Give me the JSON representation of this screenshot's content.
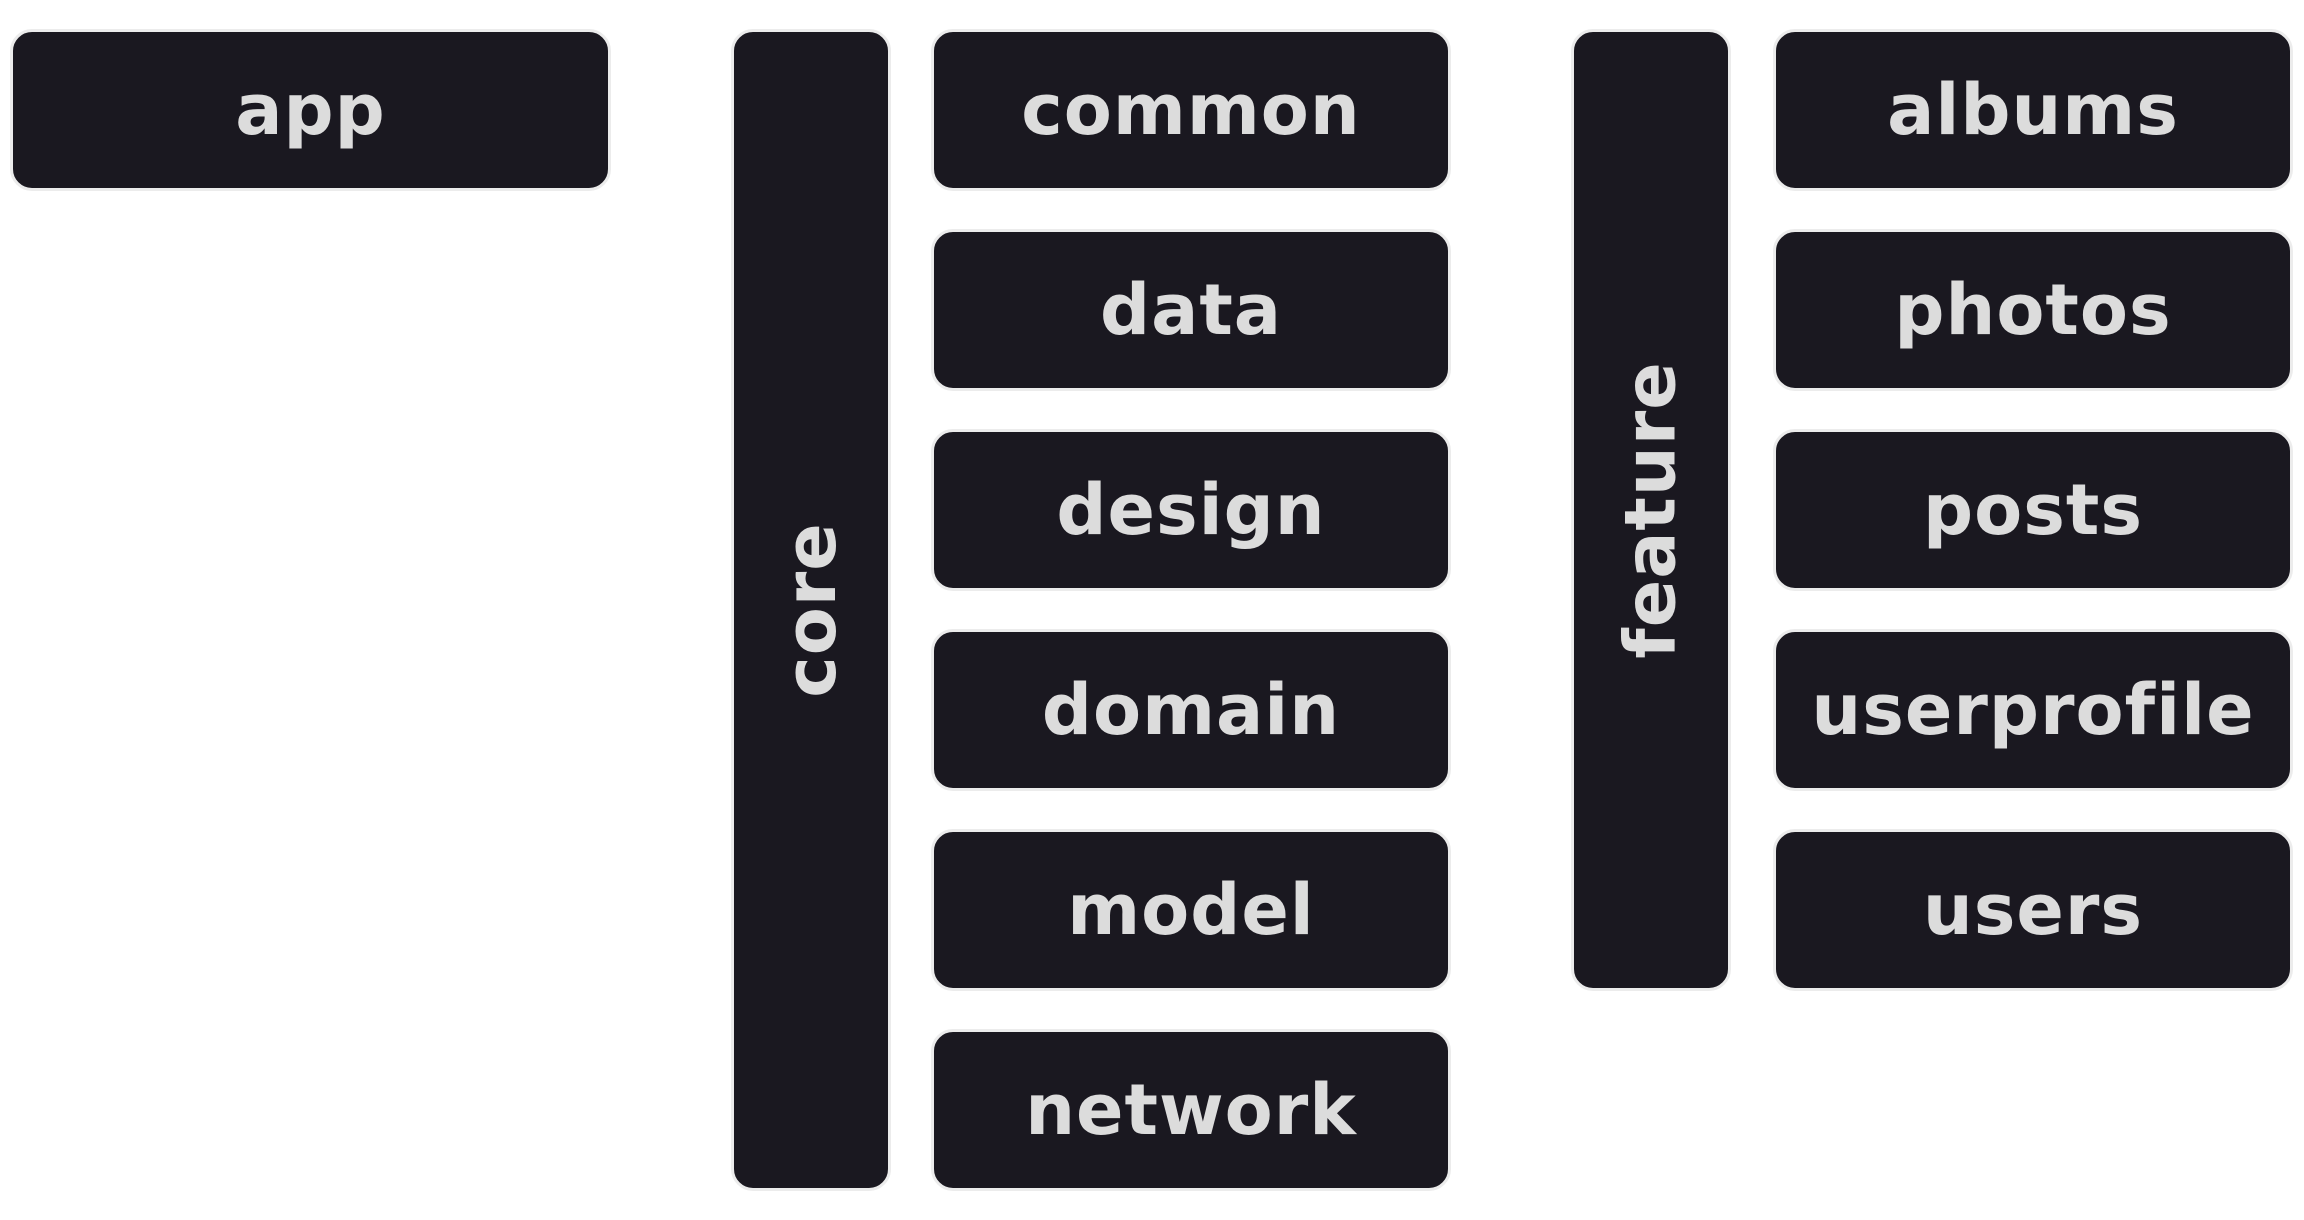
{
  "app": {
    "label": "app"
  },
  "core": {
    "label": "core",
    "modules": [
      "common",
      "data",
      "design",
      "domain",
      "model",
      "network"
    ]
  },
  "feature": {
    "label": "feature",
    "modules": [
      "albums",
      "photos",
      "posts",
      "userprofile",
      "users"
    ]
  },
  "colors": {
    "block_fill": "#1a1820",
    "block_border": "#ececec",
    "label_text": "#dcdcdc",
    "background": "#ffffff"
  }
}
